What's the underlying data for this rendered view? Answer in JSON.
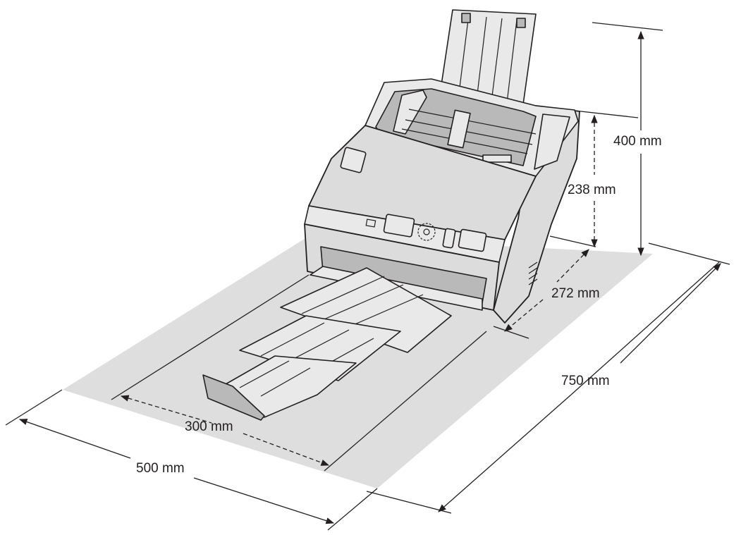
{
  "dimensions": {
    "height_total": "400 mm",
    "height_scanner": "238 mm",
    "depth_scanner": "272 mm",
    "depth_total": "750 mm",
    "width_scanner": "300 mm",
    "width_total": "500 mm"
  },
  "colors": {
    "floor_area": "#dedede",
    "scanner_body": "#dcdcdc",
    "line": "#231f20"
  }
}
